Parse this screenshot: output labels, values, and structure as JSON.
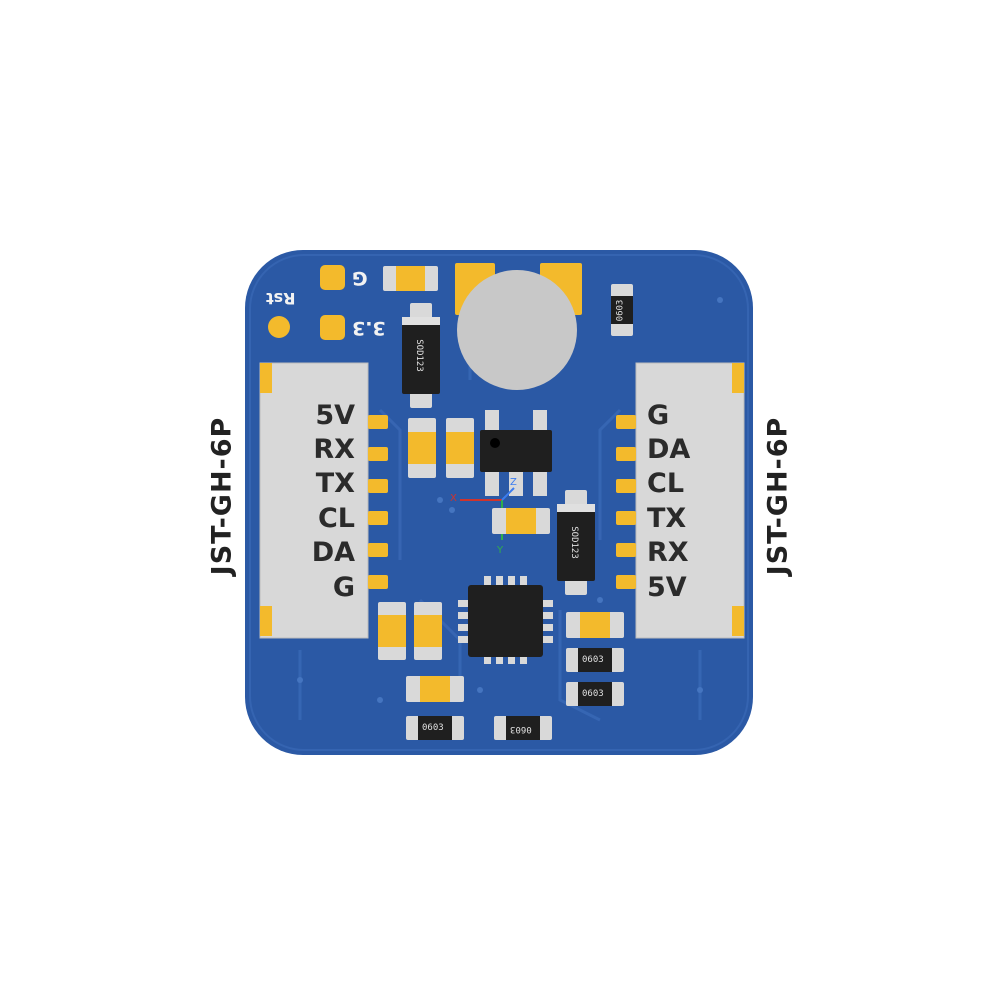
{
  "side_labels": {
    "left": "JST-GH-6P",
    "right": "JST-GH-6P"
  },
  "left_connector_pins": [
    "5V",
    "RX",
    "TX",
    "CL",
    "DA",
    "G"
  ],
  "right_connector_pins": [
    "G",
    "DA",
    "CL",
    "TX",
    "RX",
    "5V"
  ],
  "silkscreen": {
    "rst": "Rst",
    "g": "G",
    "v33": "3.3"
  },
  "package_labels": {
    "diode_left": "SOD123",
    "diode_right": "SOD123",
    "res_top_right": "0603",
    "res_mid_1": "0603",
    "res_mid_2": "0603",
    "res_bot_1": "0603",
    "res_bot_2": "0603"
  },
  "axes": {
    "x": "X",
    "y": "Y",
    "z": "Z"
  },
  "colors": {
    "pcb": "#2b59a5",
    "pcb_edge": "#244d93",
    "gold": "#f3ba2c",
    "connector": "#d8d8d8",
    "chip": "#232323",
    "buzzer": "#c8c8c8"
  }
}
